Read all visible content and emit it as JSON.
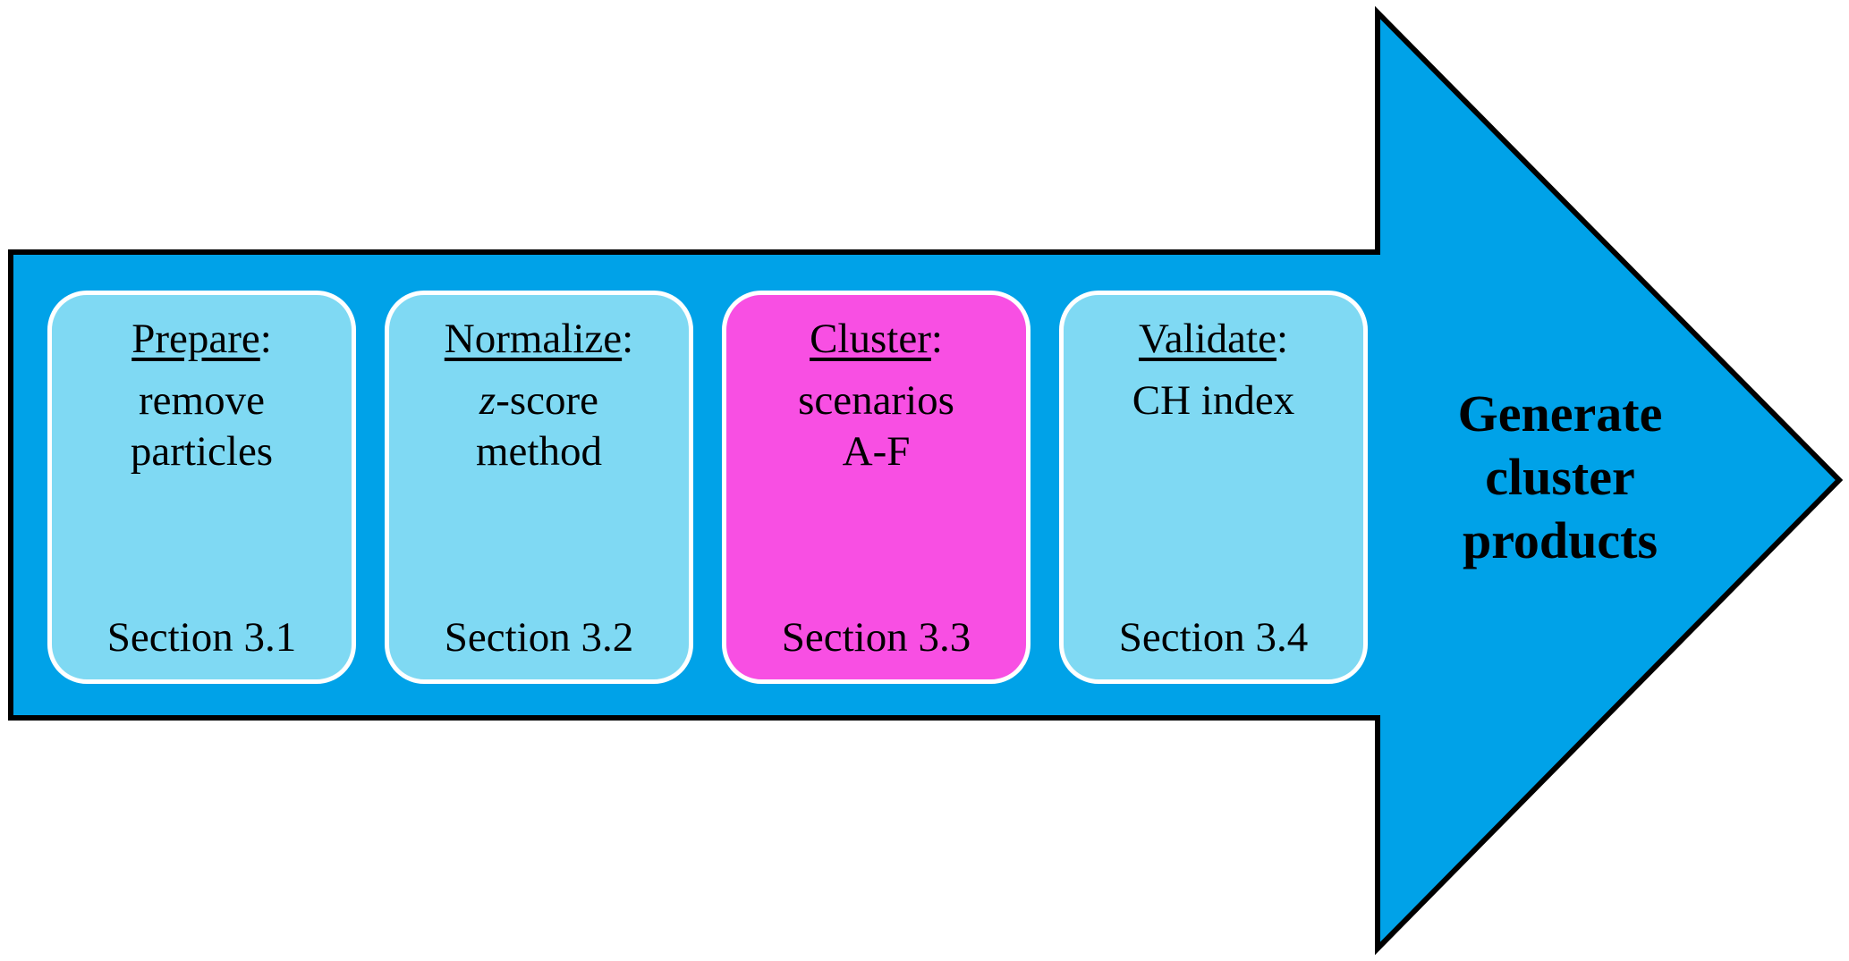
{
  "diagram": {
    "colors": {
      "arrow_fill": "#00a2e8",
      "arrow_outline": "#000000",
      "box_fill": "#7fd9f3",
      "box_highlight_fill": "#f84fe3",
      "box_border": "#ffffff",
      "text": "#000000"
    },
    "steps": [
      {
        "title": "Prepare",
        "colon": ":",
        "body_italic": "",
        "body_line1": "remove",
        "body_line2": "particles",
        "section": "Section 3.1"
      },
      {
        "title": "Normalize",
        "colon": ":",
        "body_italic": "z",
        "body_line1": "-score",
        "body_line2": "method",
        "section": "Section 3.2"
      },
      {
        "title": "Cluster",
        "colon": ":",
        "body_italic": "",
        "body_line1": "scenarios",
        "body_line2": "A-F",
        "section": "Section 3.3"
      },
      {
        "title": "Validate",
        "colon": ":",
        "body_italic": "",
        "body_line1": "CH index",
        "body_line2": "",
        "section": "Section 3.4"
      }
    ],
    "arrow_label": {
      "line1": "Generate",
      "line2": "cluster",
      "line3": "products"
    }
  }
}
